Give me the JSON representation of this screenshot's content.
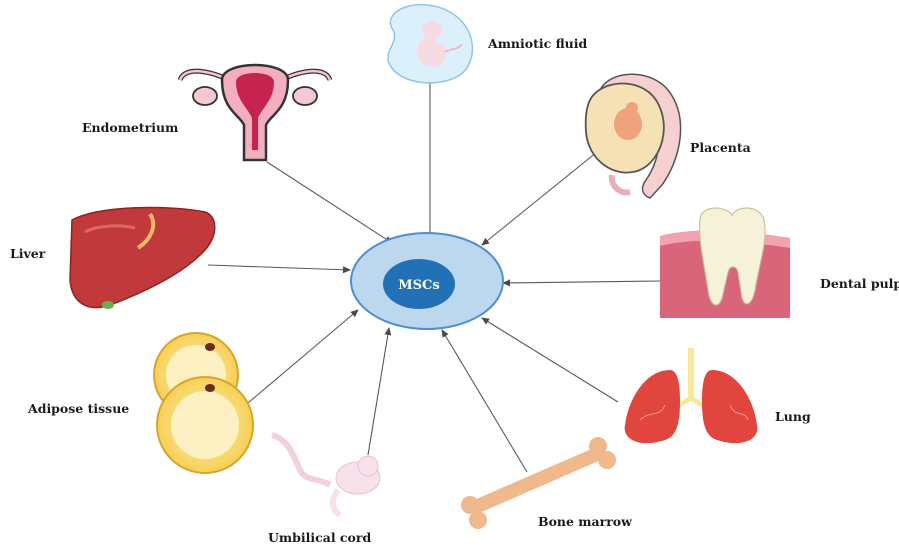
{
  "center": {
    "label": "MSCs"
  },
  "sources": [
    {
      "id": "amniotic-fluid",
      "label": "Amniotic fluid",
      "icon": "fetus-in-amniotic-sac-icon"
    },
    {
      "id": "endometrium",
      "label": "Endometrium",
      "icon": "uterus-icon"
    },
    {
      "id": "placenta",
      "label": "Placenta",
      "icon": "placenta-icon"
    },
    {
      "id": "liver",
      "label": "Liver",
      "icon": "liver-icon"
    },
    {
      "id": "dental-pulp",
      "label": "Dental pulp",
      "icon": "tooth-icon"
    },
    {
      "id": "adipose-tissue",
      "label": "Adipose tissue",
      "icon": "fat-cells-icon"
    },
    {
      "id": "lung",
      "label": "Lung",
      "icon": "lungs-icon"
    },
    {
      "id": "umbilical-cord",
      "label": "Umbilical cord",
      "icon": "umbilical-cord-fetus-icon"
    },
    {
      "id": "bone-marrow",
      "label": "Bone marrow",
      "icon": "bone-icon"
    }
  ],
  "colors": {
    "center_outer": "#bcd7ee",
    "center_outer_stroke": "#4f8fcf",
    "center_inner": "#2270b5",
    "arrow": "#5a5a5a"
  }
}
